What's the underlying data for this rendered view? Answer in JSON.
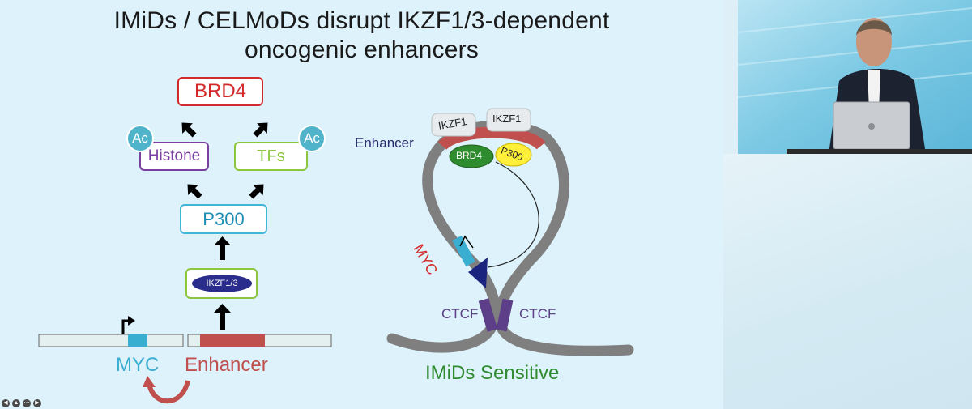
{
  "slide": {
    "title_line1": "IMiDs / CELMoDs disrupt IKZF1/3-dependent",
    "title_line2": "oncogenic enhancers",
    "left_diagram": {
      "brd4": "BRD4",
      "histone": "Histone",
      "tfs": "TFs",
      "p300": "P300",
      "ikzf13": "IKZF1/3",
      "ac": "Ac",
      "myc": "MYC",
      "enhancer": "Enhancer"
    },
    "right_diagram": {
      "enhancer": "Enhancer",
      "ikzf1_a": "IKZF1",
      "ikzf1_b": "IKZF1",
      "brd4": "BRD4",
      "p300": "P300",
      "myc": "MYC",
      "ctcf_left": "CTCF",
      "ctcf_right": "CTCF",
      "caption": "IMiDs Sensitive"
    }
  },
  "nav": {
    "buttons": [
      "◀",
      "▲",
      "⋯",
      "▶"
    ]
  },
  "colors": {
    "brd4_red": "#d32b2b",
    "histone_purple": "#7b3fa0",
    "tfs_green": "#8cc63f",
    "p300_teal": "#1f8fb5",
    "myc_teal": "#3aaed0",
    "enhancer_red": "#c0504d",
    "ctcf_purple": "#5c3f88",
    "caption_green": "#2e8b2e"
  }
}
